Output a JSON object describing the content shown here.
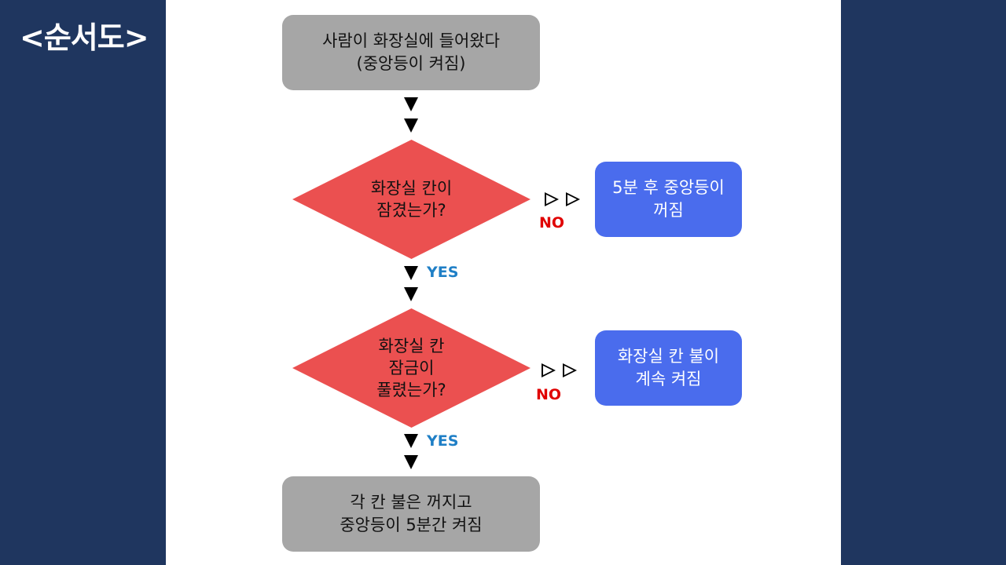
{
  "title": "<순서도>",
  "colors": {
    "background": "#1f365f",
    "gray_box": "#a6a6a6",
    "diamond": "#eb5050",
    "blue_box": "#4a6ced",
    "yes_label": "#1f7fc6",
    "no_label": "#e00000"
  },
  "flowchart": {
    "start": "사람이 화장실에 들어왔다\n(중앙등이 켜짐)",
    "decision1": "화장실 칸이\n잠겼는가?",
    "decision1_no_result": "5분 후 중앙등이\n꺼짐",
    "decision2": "화장실 칸\n잠금이\n풀렸는가?",
    "decision2_no_result": "화장실 칸 불이\n계속 켜짐",
    "end": "각 칸 불은 꺼지고\n중앙등이 5분간 켜짐",
    "yes_label": "YES",
    "no_label": "NO"
  }
}
